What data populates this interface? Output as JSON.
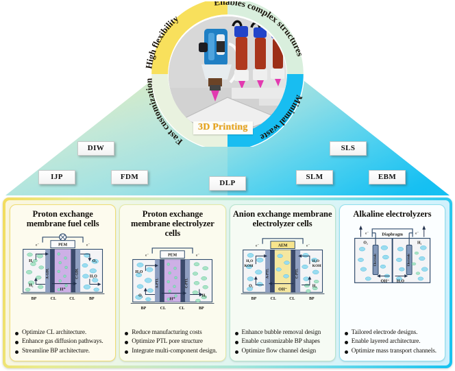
{
  "center": {
    "photo_caption": "3D Printing",
    "ring_labels": [
      {
        "text": "High flexibility",
        "position": "top-left",
        "color": "#f7df5a"
      },
      {
        "text": "Enables complex structures",
        "position": "top-right",
        "color": "#d6efdc"
      },
      {
        "text": "Fast customization",
        "position": "bottom-left",
        "color": "#eaf3e0"
      },
      {
        "text": "Minimal waste",
        "position": "bottom-right",
        "color": "#19bdf0"
      }
    ]
  },
  "tags": {
    "items": [
      {
        "label": "DIW"
      },
      {
        "label": "SLS"
      },
      {
        "label": "IJP"
      },
      {
        "label": "FDM"
      },
      {
        "label": "DLP"
      },
      {
        "label": "SLM"
      },
      {
        "label": "EBM"
      }
    ]
  },
  "panels": [
    {
      "id": "pemfc",
      "title": "Proton exchange membrane fuel cells",
      "diagram": {
        "membrane_label": "PEM",
        "membrane_color": "#c9a8e0",
        "top_symbol": "load",
        "electron_labels": [
          "e⁻",
          "e⁻"
        ],
        "left_labels": [
          "H₂",
          "H₂"
        ],
        "right_labels": [
          "O₂",
          "H₂O"
        ],
        "layer_labels": [
          "A-GDL",
          "C-GDL"
        ],
        "ion_label": "H⁺",
        "ion_direction": "right",
        "bottom_labels": [
          "BP",
          "CL",
          "CL",
          "BP"
        ]
      },
      "bullets": [
        "Optimize CL architecture.",
        "Enhance gas diffusion pathways.",
        "Streamline BP architecture."
      ]
    },
    {
      "id": "pemec",
      "title": "Proton exchange membrane electrolyzer cells",
      "diagram": {
        "membrane_label": "PEM",
        "membrane_color": "#c9a8e0",
        "top_symbol": "source",
        "electron_labels": [
          "e⁻",
          "e⁻"
        ],
        "left_labels": [
          "H₂O",
          "O₂"
        ],
        "right_labels": [
          "H₂"
        ],
        "layer_labels": [
          "A-PTL",
          "C-PTL"
        ],
        "ion_label": "H⁺",
        "ion_direction": "right",
        "bottom_labels": [
          "BP",
          "CL",
          "CL",
          "BP"
        ]
      },
      "bullets": [
        "Reduce manufacturing costs",
        "Optimize PTL pore structure",
        "Integrate multi-component design."
      ]
    },
    {
      "id": "aemec",
      "title": "Anion exchange membrane electrolyzer cells",
      "diagram": {
        "membrane_label": "AEM",
        "membrane_color": "#f5e27a",
        "top_symbol": "source",
        "electron_labels": [
          "e⁻",
          "e⁻"
        ],
        "left_labels": [
          "H₂O KOH",
          "O₂"
        ],
        "right_labels": [
          "H₂O KOH",
          "H₂"
        ],
        "layer_labels": [
          "A-PTL",
          "C-PTL"
        ],
        "ion_label": "OH⁻",
        "ion_direction": "left",
        "bottom_labels": [
          "BP",
          "CL",
          "CL",
          "BP"
        ]
      },
      "bullets": [
        "Enhance bubble removal design",
        "Enable customizable BP shapes",
        "Optimize flow channel design"
      ]
    },
    {
      "id": "alkaline",
      "title": "Alkaline electrolyzers",
      "diagram": {
        "membrane_label": "Diaphragm",
        "membrane_color": "#2e4a6b",
        "top_symbol": "none",
        "electron_labels": [
          "e⁻",
          "e⁻"
        ],
        "left_labels": [
          "O₂"
        ],
        "right_labels": [
          "H₂"
        ],
        "layer_labels": [
          "Electrode",
          "Electrode"
        ],
        "ion_label": "OH⁻",
        "ion_direction": "left",
        "bottom_labels": [
          "OH⁻",
          "H₂O"
        ]
      },
      "bullets": [
        "Tailored electrode designs.",
        "Enable layered architecture.",
        "Optimize mass transport channels."
      ]
    }
  ]
}
